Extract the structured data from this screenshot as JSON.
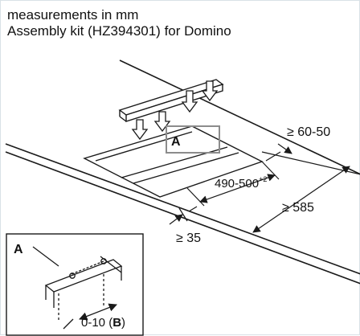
{
  "header": {
    "line1": "measurements in mm",
    "line2": "Assembly kit (HZ394301) for Domino"
  },
  "labels": {
    "detail_marker": "A",
    "inset_marker": "A",
    "width_tolerance": "≥ 60-50",
    "cutout_length_base": "490-500",
    "cutout_length_sup": "+2",
    "depth": "≥ 585",
    "side_clearance": "≥ 35",
    "offset_base": "0-10 (",
    "offset_ref": "B",
    "offset_close": ")"
  },
  "colors": {
    "line": "#1a1a1a",
    "accent_box": "#8c8c8c",
    "background": "#ffffff"
  }
}
